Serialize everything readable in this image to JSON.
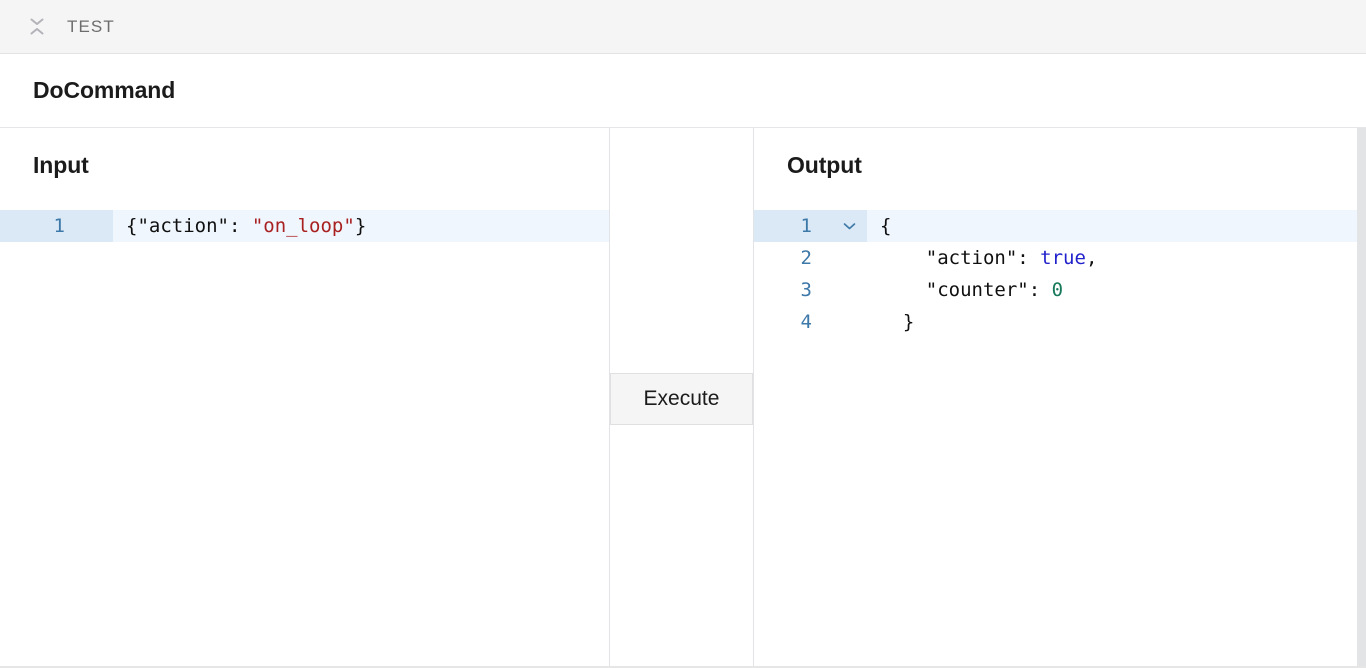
{
  "topbar": {
    "collapse_icon": "collapse-chevrons-icon",
    "title": "TEST"
  },
  "command_header": {
    "title": "DoCommand"
  },
  "input_pane": {
    "heading": "Input",
    "lines": [
      {
        "number": "1",
        "active": true,
        "tokens": [
          {
            "text": "{",
            "type": "punct"
          },
          {
            "text": "\"action\"",
            "type": "key"
          },
          {
            "text": ": ",
            "type": "punct"
          },
          {
            "text": "\"on_loop\"",
            "type": "str"
          },
          {
            "text": "}",
            "type": "punct"
          }
        ],
        "plain": "{\"action\": \"on_loop\"}"
      }
    ]
  },
  "middle_pane": {
    "execute_label": "Execute"
  },
  "output_pane": {
    "heading": "Output",
    "lines": [
      {
        "number": "1",
        "active": true,
        "fold": "chevron-down-icon",
        "tokens": [
          {
            "text": "{",
            "type": "punct"
          }
        ],
        "plain": "{"
      },
      {
        "number": "2",
        "active": false,
        "fold": null,
        "tokens": [
          {
            "text": "    ",
            "type": "punct"
          },
          {
            "text": "\"action\"",
            "type": "key"
          },
          {
            "text": ": ",
            "type": "punct"
          },
          {
            "text": "true",
            "type": "bool"
          },
          {
            "text": ",",
            "type": "punct"
          }
        ],
        "plain": "    \"action\": true,"
      },
      {
        "number": "3",
        "active": false,
        "fold": null,
        "tokens": [
          {
            "text": "    ",
            "type": "punct"
          },
          {
            "text": "\"counter\"",
            "type": "key"
          },
          {
            "text": ": ",
            "type": "punct"
          },
          {
            "text": "0",
            "type": "num"
          }
        ],
        "plain": "    \"counter\": 0"
      },
      {
        "number": "4",
        "active": false,
        "fold": null,
        "tokens": [
          {
            "text": "  ",
            "type": "punct"
          },
          {
            "text": "}",
            "type": "punct"
          }
        ],
        "plain": "  }"
      }
    ]
  },
  "colors": {
    "string": "#a82020",
    "boolean": "#2222cc",
    "number": "#15795a",
    "gutter_text": "#3c78a8",
    "active_line": "#eff6fd",
    "active_gutter": "#dbe9f6",
    "topbar_bg": "#f5f5f5",
    "button_bg": "#f5f5f5"
  }
}
